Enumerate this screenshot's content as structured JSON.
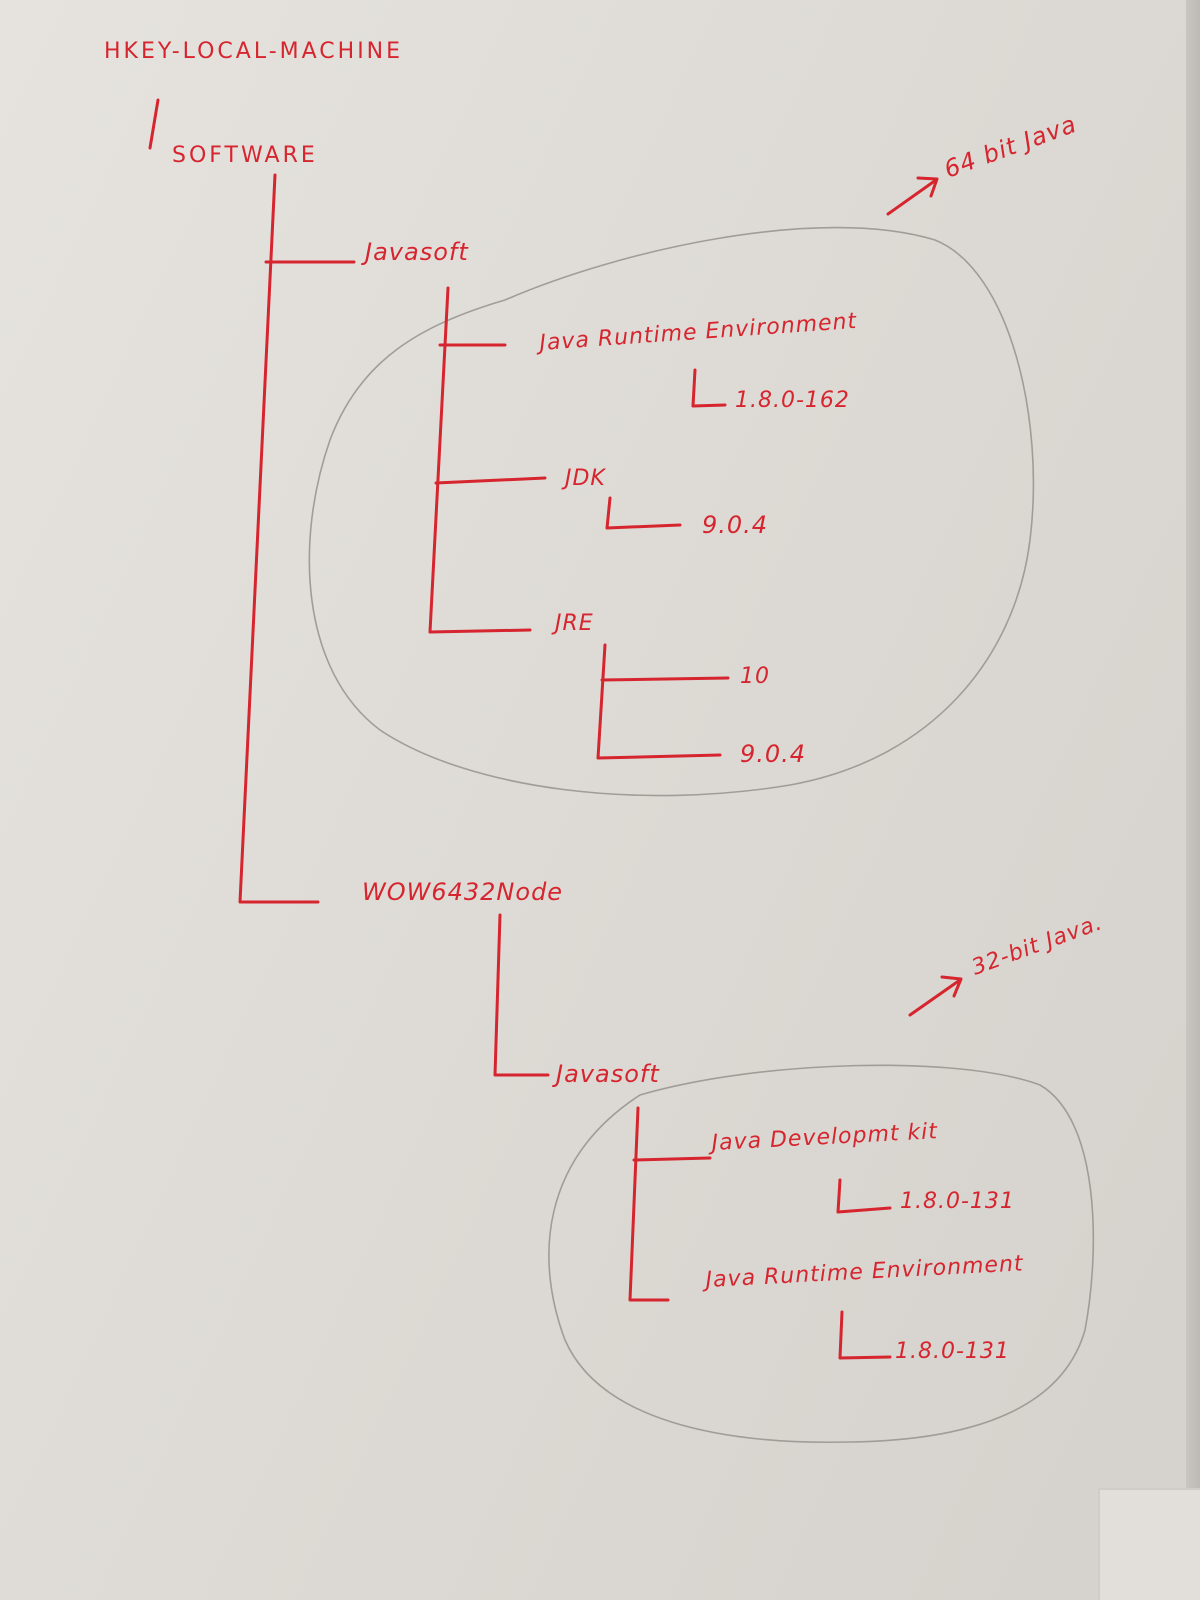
{
  "colors": {
    "ink": "#d6252e",
    "pencil": "#a19c97",
    "paper": "#e3e0dc"
  },
  "tree": {
    "root": "HKEY-LOCAL-MACHINE",
    "software": "SOFTWARE",
    "javasoft_64": {
      "label": "Javasoft",
      "jre_env": {
        "label": "Java Runtime Environment",
        "version": "1.8.0-162"
      },
      "jdk": {
        "label": "JDK",
        "version": "9.0.4"
      },
      "jre": {
        "label": "JRE",
        "versions": [
          "10",
          "9.0.4"
        ]
      }
    },
    "wow": {
      "label": "WOW6432Node",
      "javasoft": {
        "label": "Javasoft",
        "jdk_kit": {
          "label": "Java Developmt kit",
          "version": "1.8.0-131"
        },
        "jre_env": {
          "label": "Java Runtime Environment",
          "version": "1.8.0-131"
        }
      }
    }
  },
  "annotations": {
    "bit64": "64 bit Java",
    "bit32": "32-bit Java."
  }
}
